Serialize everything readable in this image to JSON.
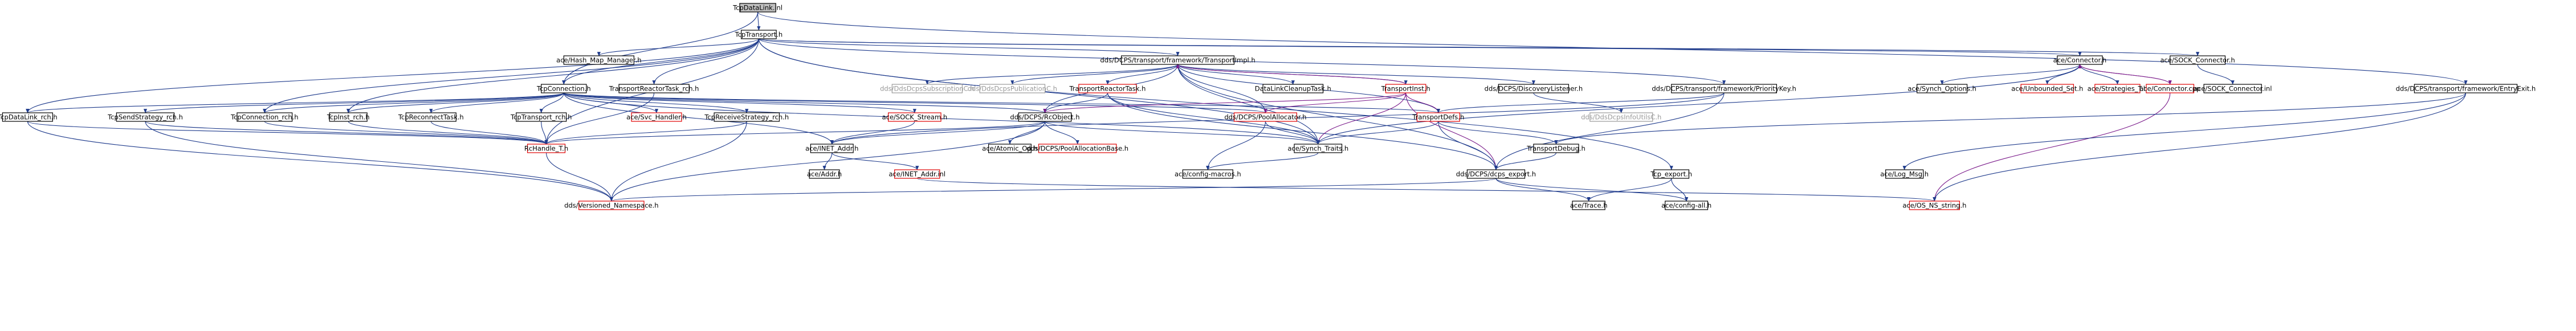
{
  "colors": {
    "edge": "#1f3b8c",
    "edge_alt": "#7a1a8a",
    "root_fill": "#bfbfbf",
    "red_border": "#e00000",
    "gray_text": "#999999"
  },
  "nodes": [
    {
      "id": "TcpDataLink.inl",
      "kind": "root"
    },
    {
      "id": "TcpTransport.h",
      "kind": "normal"
    },
    {
      "id": "ace/Hash_Map_Manager.h",
      "kind": "normal"
    },
    {
      "id": "dds/DCPS/transport/framework/TransportImpl.h",
      "kind": "normal"
    },
    {
      "id": "ace/Connector.h",
      "kind": "normal"
    },
    {
      "id": "ace/SOCK_Connector.h",
      "kind": "normal"
    },
    {
      "id": "TcpConnection.h",
      "kind": "normal"
    },
    {
      "id": "TransportReactorTask_rch.h",
      "kind": "normal"
    },
    {
      "id": "dds/DdsDcpsSubscriptionC.h",
      "kind": "gray"
    },
    {
      "id": "dds/DdsDcpsPublicationC.h",
      "kind": "gray"
    },
    {
      "id": "TransportReactorTask.h",
      "kind": "red"
    },
    {
      "id": "DataLinkCleanupTask.h",
      "kind": "normal"
    },
    {
      "id": "TransportInst.h",
      "kind": "red"
    },
    {
      "id": "dds/DCPS/DiscoveryListener.h",
      "kind": "normal"
    },
    {
      "id": "dds/DCPS/transport/framework/PriorityKey.h",
      "kind": "normal"
    },
    {
      "id": "ace/Synch_Options.h",
      "kind": "normal"
    },
    {
      "id": "ace/Unbounded_Set.h",
      "kind": "red"
    },
    {
      "id": "ace/Strategies_T.h",
      "kind": "red"
    },
    {
      "id": "ace/Connector.cpp",
      "kind": "red"
    },
    {
      "id": "ace/SOCK_Connector.inl",
      "kind": "normal"
    },
    {
      "id": "dds/DCPS/transport/framework/EntryExit.h",
      "kind": "normal"
    },
    {
      "id": "TcpDataLink_rch.h",
      "kind": "normal"
    },
    {
      "id": "TcpSendStrategy_rch.h",
      "kind": "normal"
    },
    {
      "id": "TcpConnection_rch.h",
      "kind": "normal"
    },
    {
      "id": "TcpInst_rch.h",
      "kind": "normal"
    },
    {
      "id": "TcpReconnectTask.h",
      "kind": "normal"
    },
    {
      "id": "TcpTransport_rch.h",
      "kind": "normal"
    },
    {
      "id": "ace/Svc_Handler.h",
      "kind": "red"
    },
    {
      "id": "TcpReceiveStrategy_rch.h",
      "kind": "normal"
    },
    {
      "id": "ace/SOCK_Stream.h",
      "kind": "red"
    },
    {
      "id": "dds/DCPS/RcObject.h",
      "kind": "normal"
    },
    {
      "id": "dds/DCPS/PoolAllocator.h",
      "kind": "red"
    },
    {
      "id": "TransportDefs.h",
      "kind": "red"
    },
    {
      "id": "dds/DdsDcpsInfoUtilsC.h",
      "kind": "gray"
    },
    {
      "id": "RcHandle_T.h",
      "kind": "red"
    },
    {
      "id": "ace/INET_Addr.h",
      "kind": "normal"
    },
    {
      "id": "ace/Atomic_Op.h",
      "kind": "normal"
    },
    {
      "id": "dds/DCPS/PoolAllocationBase.h",
      "kind": "red"
    },
    {
      "id": "ace/Synch_Traits.h",
      "kind": "normal"
    },
    {
      "id": "ace/config-macros.h",
      "kind": "normal"
    },
    {
      "id": "TransportDebug.h",
      "kind": "normal"
    },
    {
      "id": "ace/Addr.h",
      "kind": "normal"
    },
    {
      "id": "ace/INET_Addr.inl",
      "kind": "red"
    },
    {
      "id": "dds/DCPS/dcps_export.h",
      "kind": "normal"
    },
    {
      "id": "Tcp_export.h",
      "kind": "normal"
    },
    {
      "id": "ace/Log_Msg.h",
      "kind": "normal"
    },
    {
      "id": "dds/Versioned_Namespace.h",
      "kind": "red"
    },
    {
      "id": "ace/Trace.h",
      "kind": "normal"
    },
    {
      "id": "ace/config-all.h",
      "kind": "normal"
    },
    {
      "id": "ace/OS_NS_string.h",
      "kind": "red"
    }
  ]
}
